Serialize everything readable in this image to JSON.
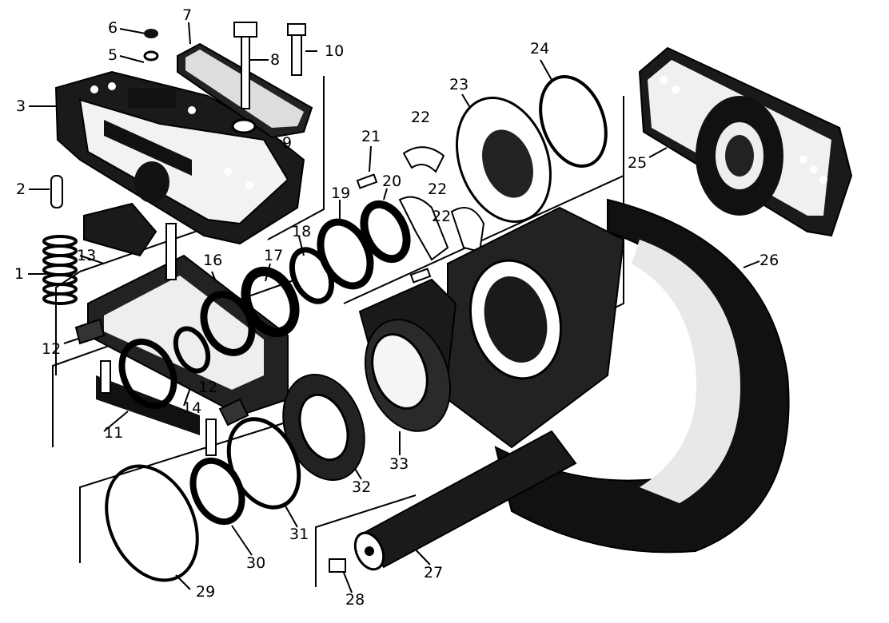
{
  "callouts": {
    "c1": "1",
    "c2": "2",
    "c3": "3",
    "c5": "5",
    "c6": "6",
    "c7": "7",
    "c8": "8",
    "c9": "9",
    "c10": "10",
    "c11": "11",
    "c12a": "12",
    "c12b": "12",
    "c13": "13",
    "c14": "14",
    "c16": "16",
    "c17": "17",
    "c18": "18",
    "c19": "19",
    "c20": "20",
    "c21": "21",
    "c22a": "22",
    "c22b": "22",
    "c22c": "22",
    "c23": "23",
    "c24": "24",
    "c25": "25",
    "c26": "26",
    "c27": "27",
    "c28": "28",
    "c29": "29",
    "c30": "30",
    "c31": "31",
    "c32": "32",
    "c33": "33"
  }
}
